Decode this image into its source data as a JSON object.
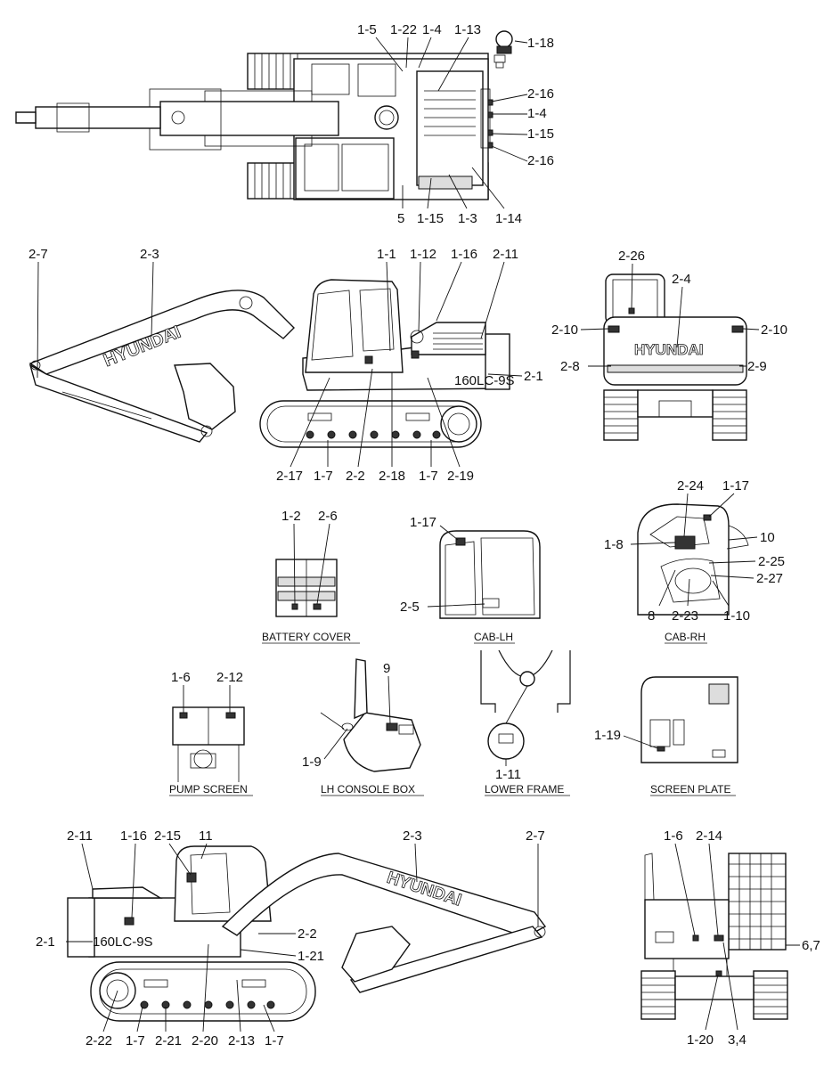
{
  "views": {
    "top_view": {
      "callouts": [
        "1-5",
        "1-22",
        "1-4",
        "1-13",
        "1-18",
        "2-16",
        "1-4",
        "1-15",
        "2-16",
        "5",
        "1-15",
        "1-3",
        "1-14"
      ]
    },
    "left_side_view": {
      "brand_text": "HYUNDAI",
      "model_text": "160LC-9S",
      "callouts": [
        "2-7",
        "2-3",
        "1-1",
        "1-12",
        "1-16",
        "2-11",
        "2-1",
        "2-17",
        "1-7",
        "2-2",
        "2-18",
        "1-7",
        "2-19"
      ]
    },
    "rear_view": {
      "brand_text": "HYUNDAI",
      "callouts": [
        "2-26",
        "2-4",
        "2-10",
        "2-10",
        "2-8",
        "2-9"
      ]
    },
    "battery_cover": {
      "caption": "BATTERY COVER",
      "callouts": [
        "1-2",
        "2-6"
      ]
    },
    "cab_lh": {
      "caption": "CAB-LH",
      "callouts": [
        "1-17",
        "2-5"
      ]
    },
    "cab_rh": {
      "caption": "CAB-RH",
      "callouts": [
        "2-24",
        "1-17",
        "1-8",
        "10",
        "2-25",
        "2-27",
        "8",
        "2-23",
        "1-10"
      ]
    },
    "pump_screen": {
      "caption": "PUMP SCREEN",
      "callouts": [
        "1-6",
        "2-12"
      ]
    },
    "lh_console_box": {
      "caption": "LH CONSOLE BOX",
      "callouts": [
        "9",
        "1-9"
      ]
    },
    "lower_frame": {
      "caption": "LOWER FRAME",
      "callouts": [
        "1-11"
      ]
    },
    "screen_plate": {
      "caption": "SCREEN PLATE",
      "callouts": [
        "1-19"
      ]
    },
    "right_side_view": {
      "brand_text": "HYUNDAI",
      "model_text": "160LC-9S",
      "callouts": [
        "2-11",
        "1-16",
        "2-15",
        "11",
        "2-3",
        "2-7",
        "2-2",
        "2-1",
        "1-21",
        "2-22",
        "1-7",
        "2-21",
        "2-20",
        "2-13",
        "1-7"
      ]
    },
    "front_view": {
      "callouts": [
        "1-6",
        "2-14",
        "6,7",
        "1-20",
        "3,4"
      ]
    }
  }
}
